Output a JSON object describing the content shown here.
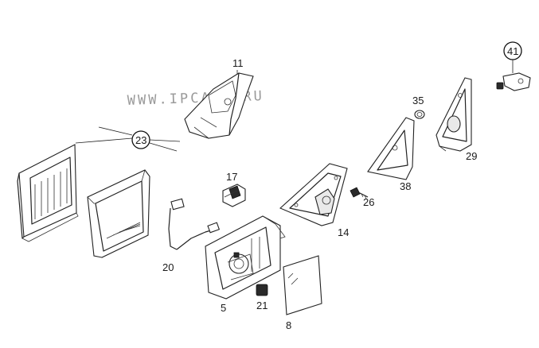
{
  "watermark": "WWW.IPCATS.RU",
  "part_labels": {
    "p11": "11",
    "p23": "23",
    "p17": "17",
    "p20": "20",
    "p5": "5",
    "p21": "21",
    "p8": "8",
    "p14": "14",
    "p26": "26",
    "p38": "38",
    "p35": "35",
    "p29": "29",
    "p41": "41"
  }
}
